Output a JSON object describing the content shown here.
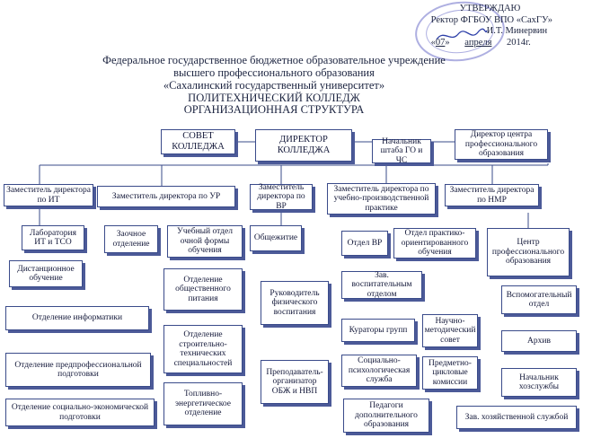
{
  "approval": {
    "line1": "УТВЕРЖДАЮ",
    "line2": "Ректор ФГБОУ ВПО «СахГУ»",
    "line3": "И.Т. Минервин",
    "line4_prefix": "«",
    "line4_day": "07",
    "line4_mid": "»",
    "line4_month": "апреля",
    "line4_year": "2014г."
  },
  "header": {
    "line1": "Федеральное государственное бюджетное образовательное учреждение",
    "line2": "высшего профессионального образования",
    "line3": "«Сахалинский государственный  университет»",
    "line4": "ПОЛИТЕХНИЧЕСКИЙ КОЛЛЕДЖ",
    "line5": "ОРГАНИЗАЦИОННАЯ СТРУКТУРА"
  },
  "boxes": {
    "sovet": "СОВЕТ КОЛЛЕДЖА",
    "director": "ДИРЕКТОР КОЛЛЕДЖА",
    "go_chs": "Начальник штаба ГО и ЧС",
    "center_director": "Директор центра профессионального образования",
    "dep_it": "Заместитель директора по ИТ",
    "dep_ur": "Заместитель директора по УР",
    "dep_vr": "Заместитель директора по ВР",
    "dep_upp": "Заместитель директора по учебно-производственной практике",
    "dep_nmr": "Заместитель директора по НМР",
    "lab_it": "Лаборатория ИТ и ТСО",
    "distance": "Дистанционное обучение",
    "zaochnoe": "Заочное отделение",
    "ucheb_otdel": "Учебный отдел очной формы обучения",
    "dormitory": "Общежитие",
    "otdel_vr": "Отдел ВР",
    "otdel_practice": "Отдел практико-ориентированного обучения",
    "center_po": "Центр профессионального образования",
    "otd_info": "Отделение  информатики",
    "otd_pre": "Отделение предпрофессиональной подготовки",
    "otd_soc_econ": "Отделение социально-экономической подготовки",
    "otd_food": "Отделение общественного питания",
    "otd_build": "Отделение строительно-технических специальностей",
    "otd_fuel": "Топливно-энергетическое отделение",
    "phys_lead": "Руководитель физического воспитания",
    "obzh": "Преподаватель-организатор ОБЖ и НВП",
    "zav_vosp": "Зав. воспитательным отделом",
    "curators": "Кураторы групп",
    "social_psych": "Социально-психологическая служба",
    "pedagogues": "Педагоги дополнительного образования",
    "nmc": "Научно-методический совет",
    "pck": "Предметно-цикловые комиссии",
    "aux": "Вспомогательный отдел",
    "archive": "Архив",
    "hoz_head": "Начальник хозслужбы",
    "zav_hoz": "Зав. хозяйственной службой"
  }
}
